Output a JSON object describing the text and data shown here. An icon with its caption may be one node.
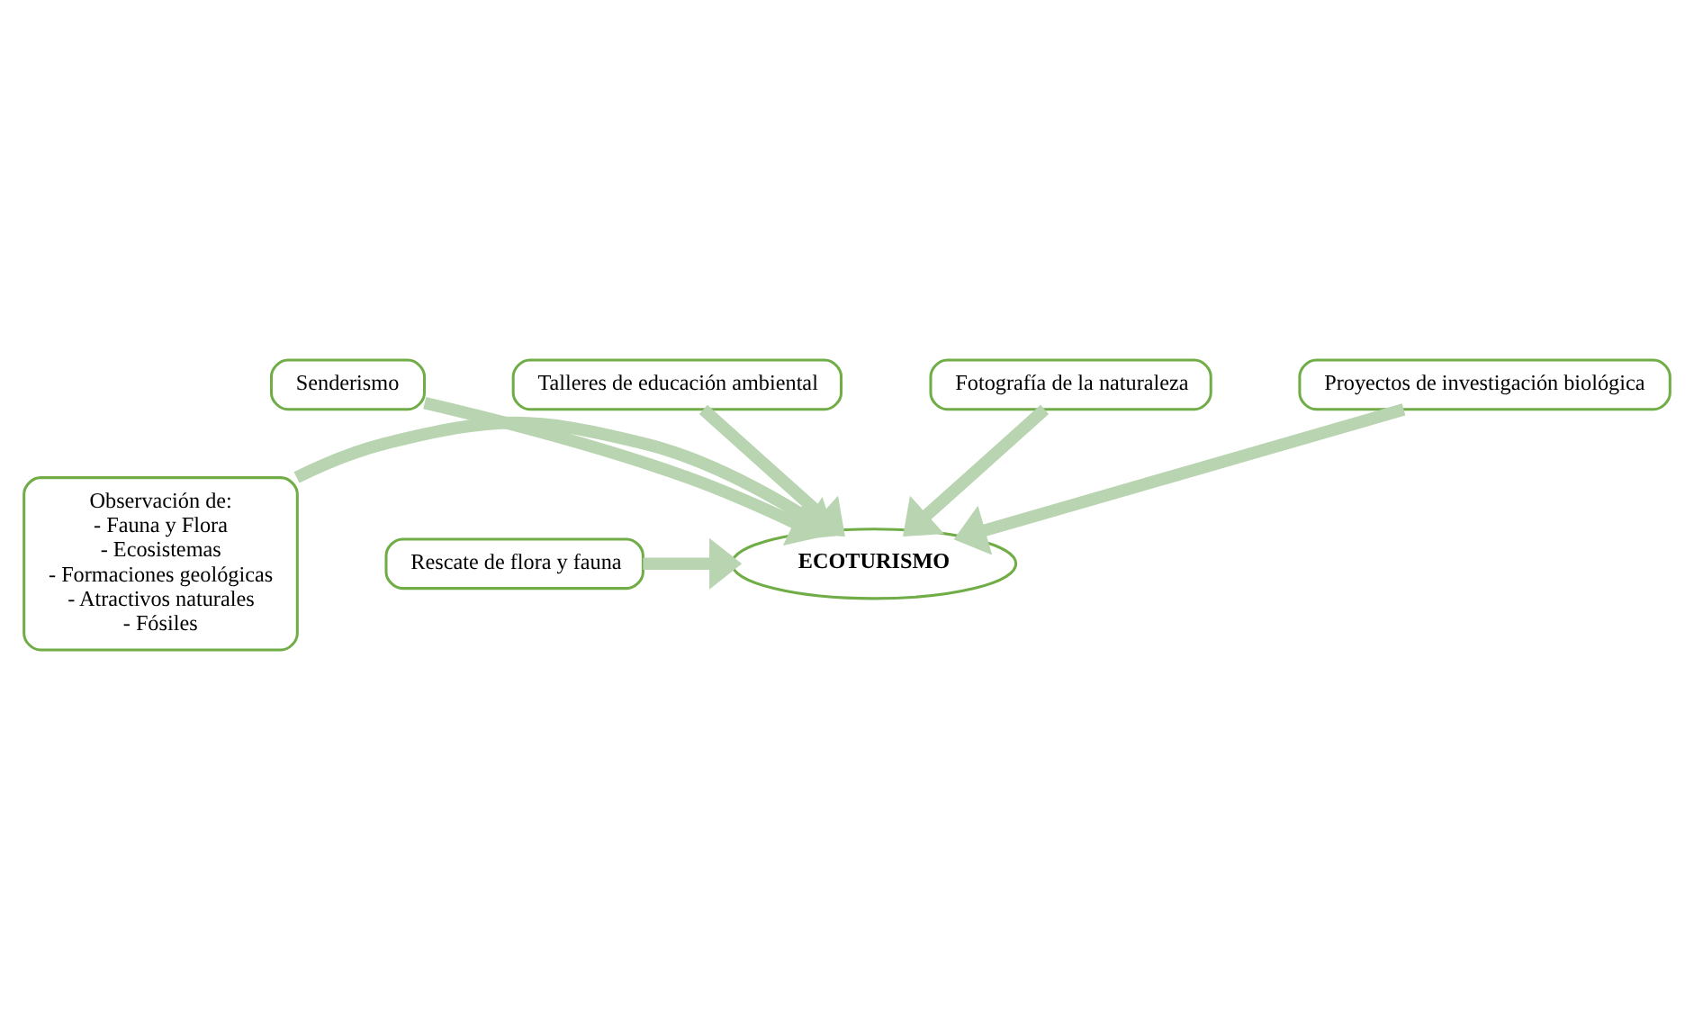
{
  "diagram": {
    "nodes": [
      {
        "text": [
          "Senderismo"
        ]
      },
      {
        "text": [
          "Talleres de educación ambiental"
        ]
      },
      {
        "text": [
          "Fotografía de la naturaleza"
        ]
      },
      {
        "text": [
          "ECOTURISMO"
        ]
      },
      {
        "text": [
          "Observación de:",
          "- Fauna y Flora",
          "- Ecosistemas",
          "- Formaciones geológicas",
          "- Atractivos naturales",
          "- Fósiles"
        ]
      },
      {
        "text": [
          "Rescate de flora y fauna"
        ]
      },
      {
        "text": [
          "Proyectos de investigación biológica"
        ]
      }
    ],
    "edges": [
      {
        "from": 0,
        "to": 3,
        "arrow": "to"
      },
      {
        "from": 1,
        "to": 3,
        "arrow": "to"
      },
      {
        "from": 2,
        "to": 3,
        "arrow": "to"
      },
      {
        "from": 4,
        "to": 3,
        "arrow": "to"
      },
      {
        "from": 5,
        "to": 3,
        "arrow": "to"
      },
      {
        "from": 6,
        "to": 3,
        "arrow": "to"
      }
    ]
  }
}
